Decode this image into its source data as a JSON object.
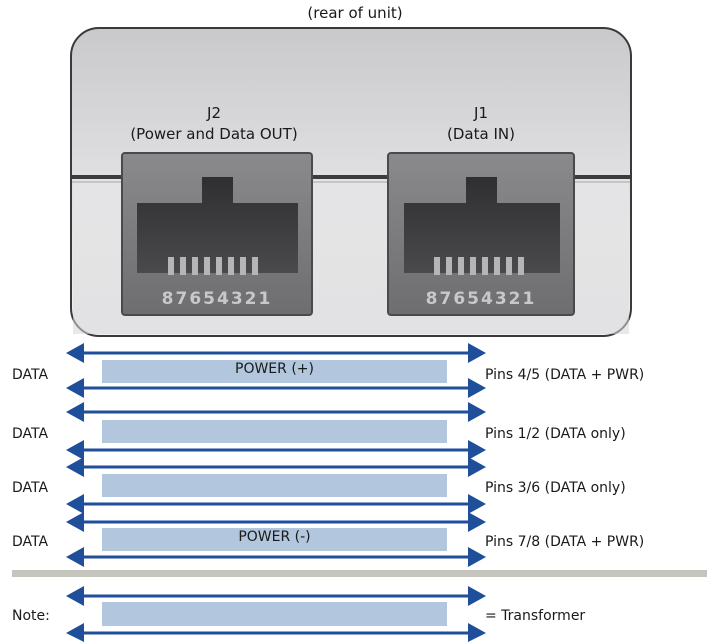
{
  "caption": "(rear of unit)",
  "connectors": [
    {
      "id": "J2",
      "label_line1": "J2",
      "label_line2": "(Power and Data OUT)",
      "pins": "87654321"
    },
    {
      "id": "J1",
      "label_line1": "J1",
      "label_line2": "(Data IN)",
      "pins": "87654321"
    }
  ],
  "rows": [
    {
      "left": "DATA",
      "center": "POWER (+)",
      "right": "Pins 4/5 (DATA + PWR)"
    },
    {
      "left": "DATA",
      "center": "",
      "right": "Pins 1/2 (DATA only)"
    },
    {
      "left": "DATA",
      "center": "",
      "right": "Pins 3/6 (DATA only)"
    },
    {
      "left": "DATA",
      "center": "POWER (-)",
      "right": "Pins 7/8 (DATA + PWR)"
    }
  ],
  "note": {
    "left": "Note:",
    "right": "= Transformer"
  },
  "colors": {
    "arrow": "#1f4e9a",
    "transformer_fill": "#b2c6dd",
    "divider": "#c6c5bd"
  }
}
